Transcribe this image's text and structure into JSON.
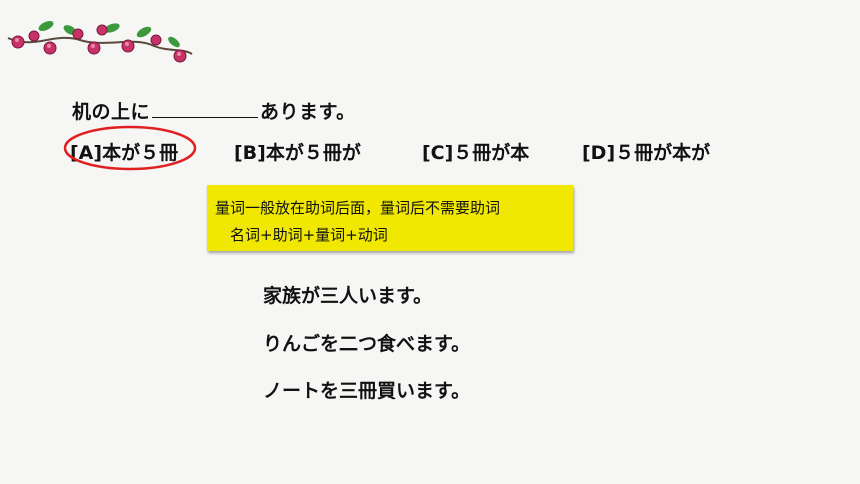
{
  "question": {
    "prefix": "机の上に",
    "suffix": "あります。"
  },
  "options": [
    "[A]本が５冊",
    "[B]本が５冊が",
    "[C]５冊が本",
    "[D]５冊が本が"
  ],
  "answer_marker": {
    "selected_option": "A",
    "color": "#e02020"
  },
  "note": {
    "line1": "量词一般放在助词后面，量词后不需要助词",
    "line2": "名词+助词+量词+动词",
    "background": "#f0e800"
  },
  "examples": [
    "家族が三人います。",
    "りんごを二つ食べます。",
    "ノートを三冊買います。"
  ],
  "decoration": {
    "icon": "flower-branch-icon"
  }
}
